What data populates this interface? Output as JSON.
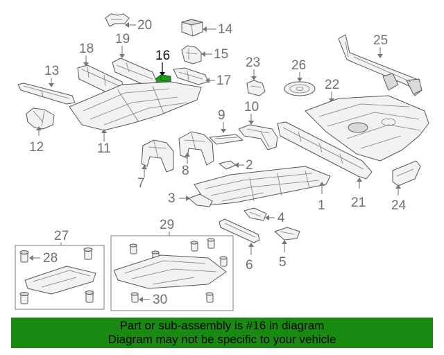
{
  "diagram": {
    "callouts": {
      "c1": "1",
      "c2": "2",
      "c3": "3",
      "c4": "4",
      "c5": "5",
      "c6": "6",
      "c7": "7",
      "c8": "8",
      "c9": "9",
      "c10": "10",
      "c11": "11",
      "c12": "12",
      "c13": "13",
      "c14": "14",
      "c15": "15",
      "c16": "16",
      "c17": "17",
      "c18": "18",
      "c19": "19",
      "c20": "20",
      "c21": "21",
      "c22": "22",
      "c23": "23",
      "c24": "24",
      "c25": "25",
      "c26": "26",
      "c27": "27",
      "c28": "28",
      "c29": "29",
      "c30": "30"
    },
    "highlighted_part": "16"
  },
  "banner": {
    "line1": "Part or sub-assembly is #16 in diagram",
    "line2": "Diagram may not be specific to your vehicle"
  },
  "colors": {
    "banner_background": "#188a12",
    "highlight_part": "#1f9a1a",
    "callout_text": "#6f6f6f",
    "highlight_text": "#111111",
    "part_outline": "#555555"
  }
}
